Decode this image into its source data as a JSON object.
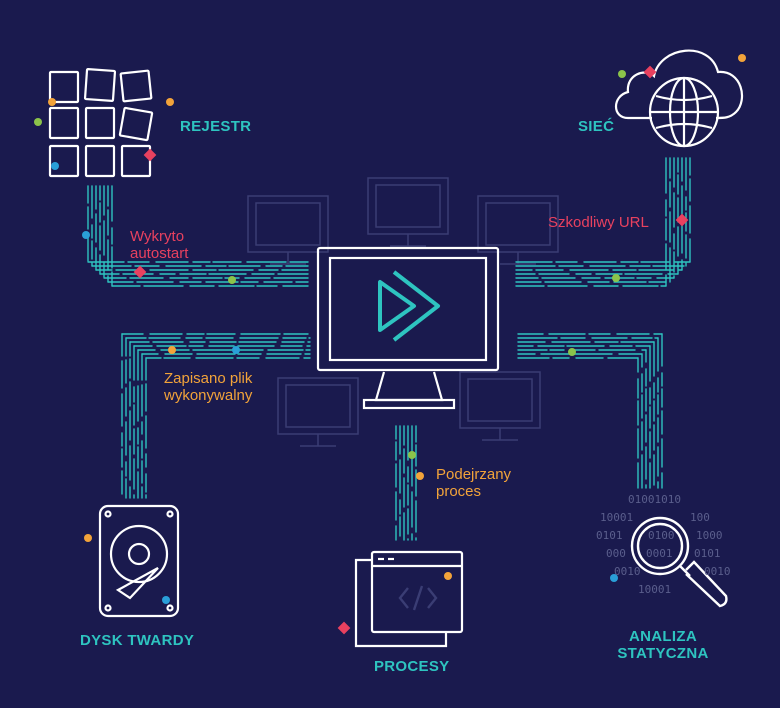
{
  "nodes": {
    "registry": "REJESTR",
    "network": "SIEĆ",
    "hard_drive": "DYSK TWARDY",
    "processes": "PROCESY",
    "static_analysis_line1": "ANALIZA",
    "static_analysis_line2": "STATYCZNA"
  },
  "events": {
    "autostart_line1": "Wykryto",
    "autostart_line2": "autostart",
    "malicious_url": "Szkodliwy URL",
    "file_saved_line1": "Zapisano plik",
    "file_saved_line2": "wykonywalny",
    "suspicious_line1": "Podejrzany",
    "suspicious_line2": "proces"
  },
  "binary_digits": [
    "01001010",
    "10001",
    "100",
    "0101",
    "0100",
    "1000",
    "000",
    "0001",
    "0101",
    "0010",
    "0010",
    "10001"
  ],
  "colors": {
    "background": "#1a1a4e",
    "line": "#2ec4c0",
    "icon": "#ffffff",
    "ghost": "#3a3d74",
    "red": "#e8415f",
    "orange": "#f2a33a",
    "green": "#8bc34a",
    "blue": "#2a9fd8"
  }
}
